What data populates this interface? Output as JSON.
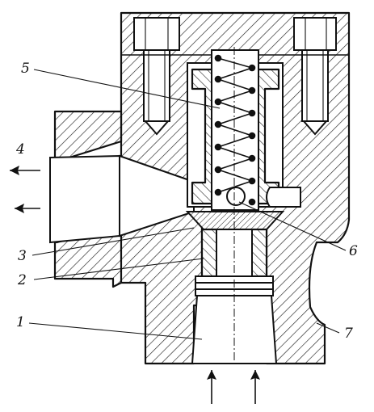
{
  "labels": {
    "l1": "1",
    "l2": "2",
    "l3": "3",
    "l4": "4",
    "l5": "5",
    "l6": "6",
    "l7": "7"
  },
  "icons": [
    "arrow-left-icon",
    "arrow-up-icon"
  ]
}
